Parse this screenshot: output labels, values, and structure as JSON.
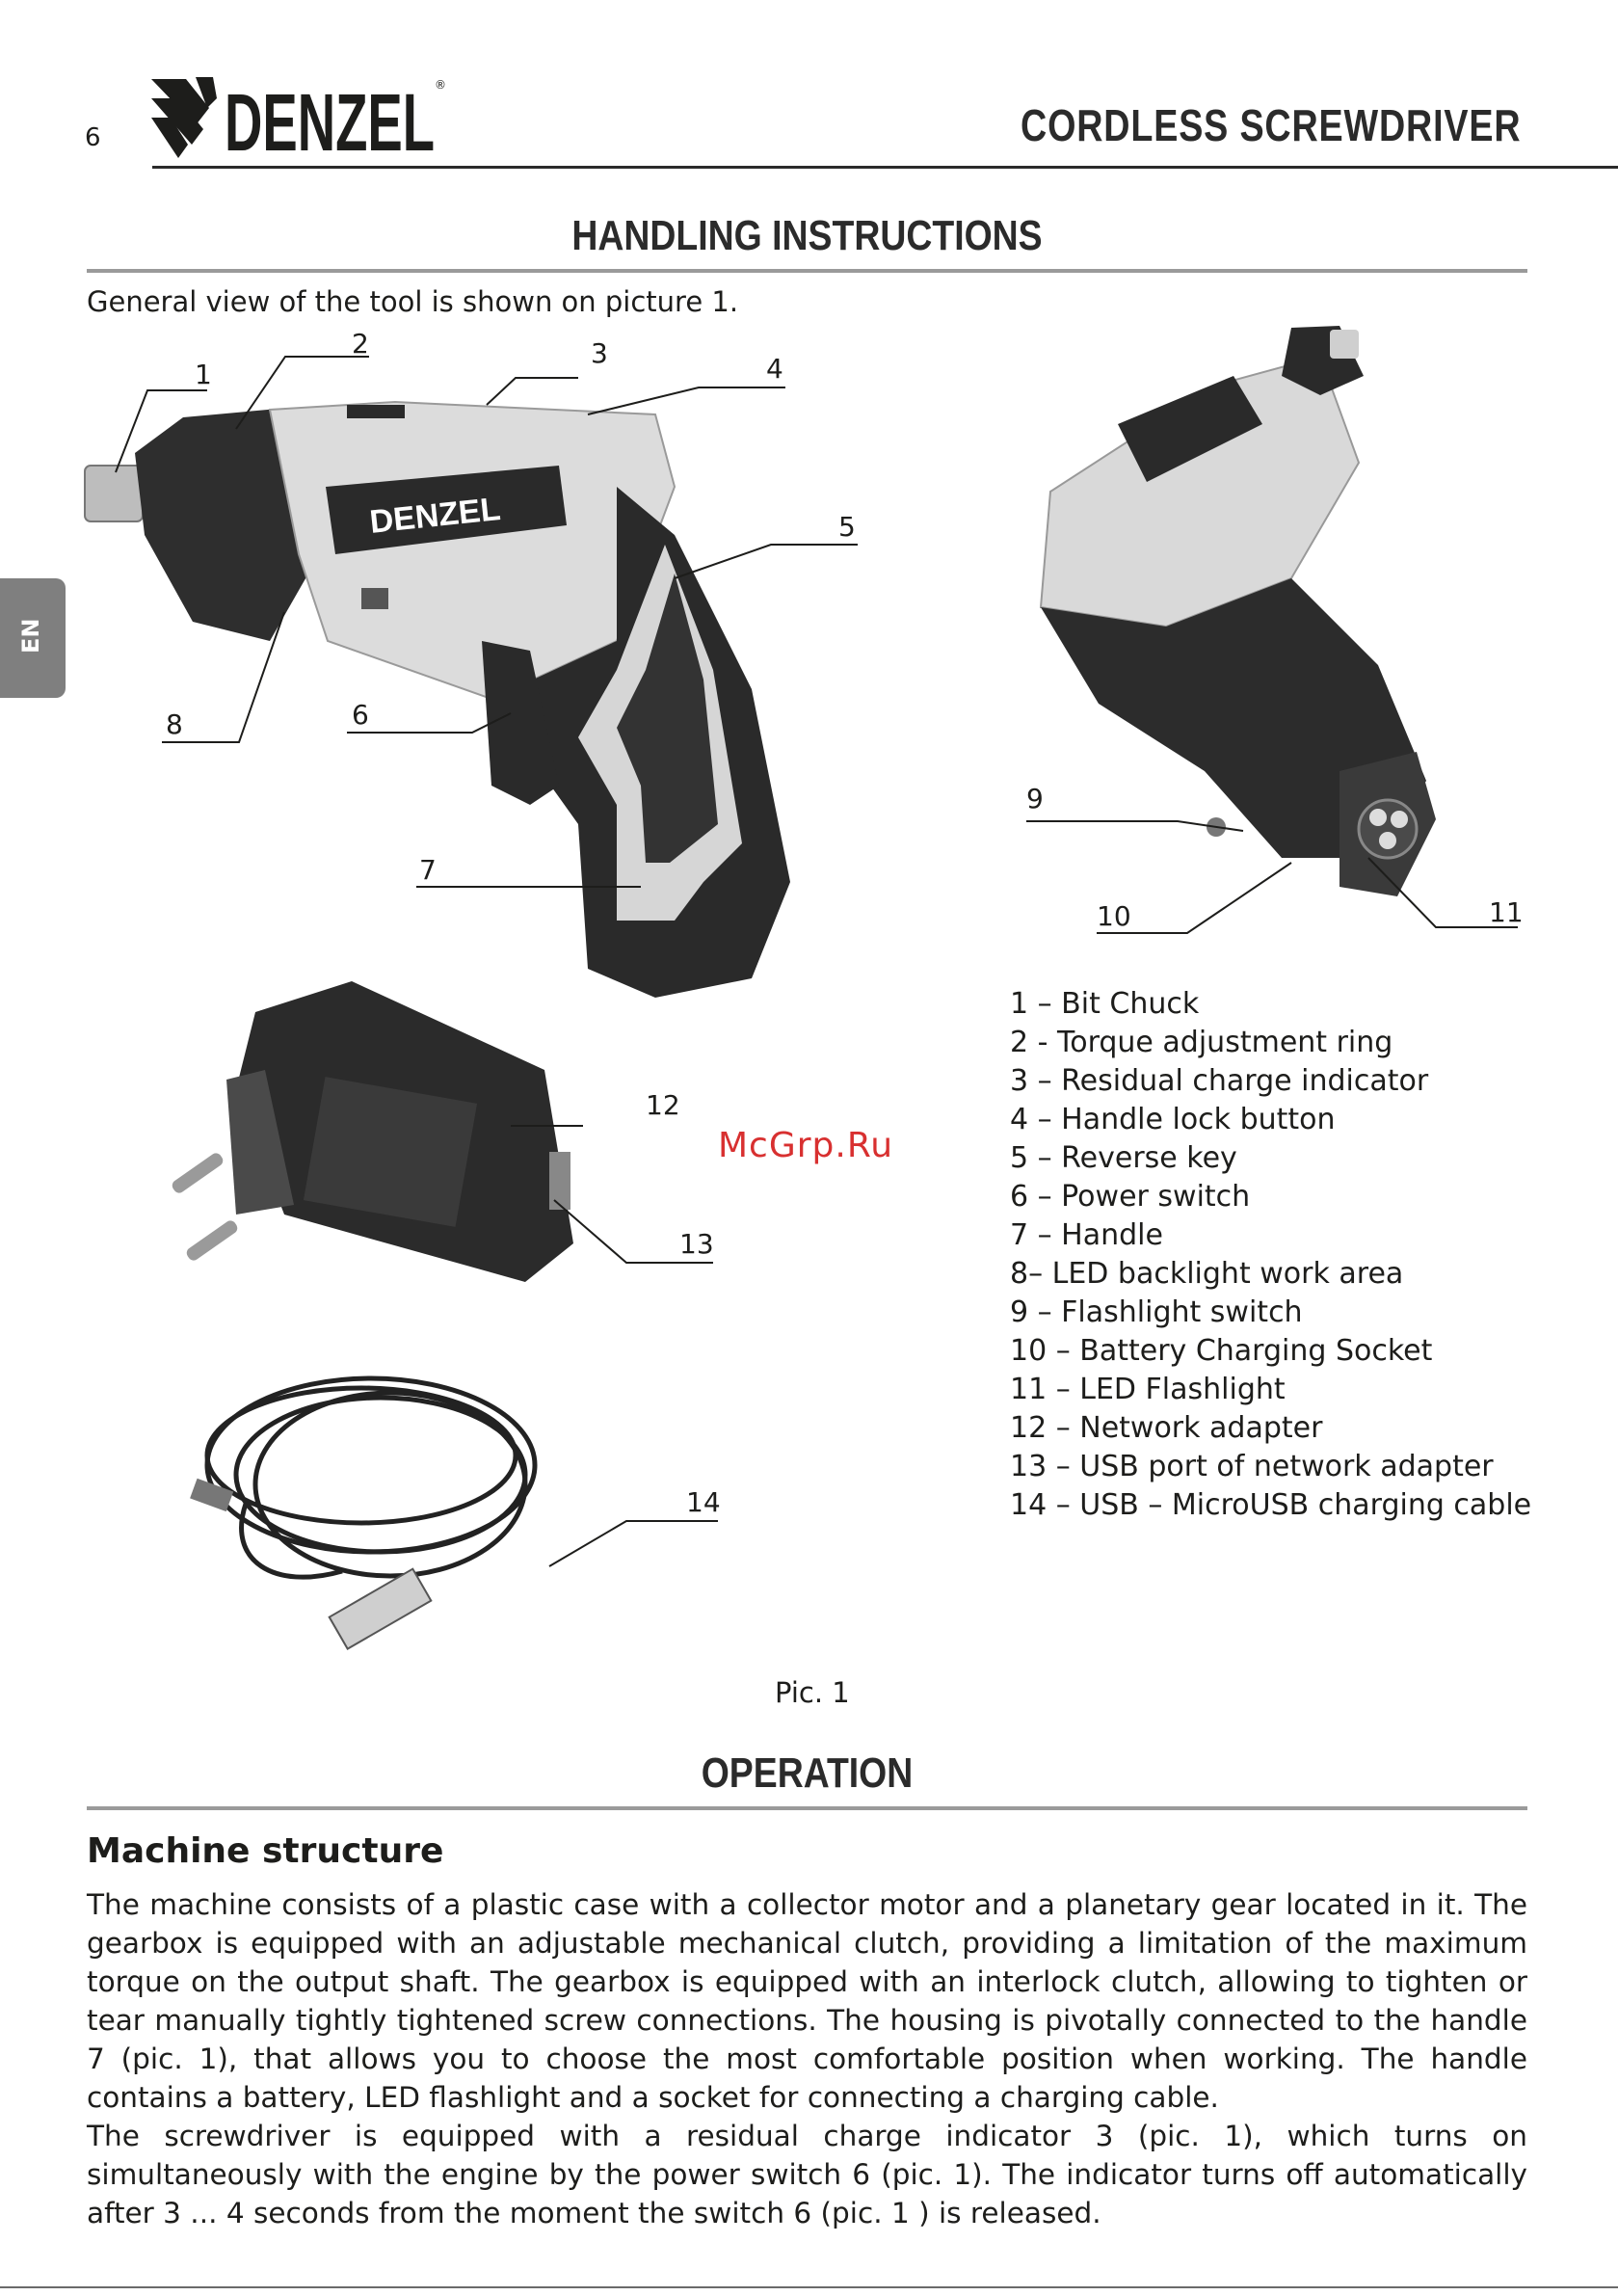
{
  "header": {
    "page_number": "6",
    "brand": "DENZEL",
    "doc_title": "CORDLESS SCREWDRIVER",
    "lang_tab": "EN"
  },
  "handling": {
    "title": "HANDLING INSTRUCTIONS",
    "intro": "General view of the tool is shown on picture 1.",
    "callouts": [
      "1",
      "2",
      "3",
      "4",
      "5",
      "6",
      "7",
      "8",
      "9",
      "10",
      "11",
      "12",
      "13",
      "14"
    ],
    "product_logo": "DENZEL",
    "parts": [
      "1 – Bit Chuck",
      "2 - Torque adjustment ring",
      "3 – Residual charge indicator",
      "4 – Handle lock button",
      "5 – Reverse key",
      "6 – Power switch",
      "7 – Handle",
      "8– LED backlight work area",
      "9 – Flashlight switch",
      "10 – Battery Charging Socket",
      "11 – LED Flashlight",
      "12 – Network adapter",
      "13 – USB port of network adapter",
      "14 – USB – MicroUSB charging cable"
    ],
    "caption": "Pic. 1",
    "watermark": "McGrp.Ru"
  },
  "operation": {
    "title": "OPERATION",
    "subtitle": "Machine structure",
    "paragraphs": [
      "The machine consists of a plastic case with a collector motor and a planetary gear located in it. The gearbox is equipped with an adjustable mechanical clutch, providing a limitation of the maximum torque on the output shaft. The gearbox is equipped with an interlock clutch, allowing to tighten or tear manually tightly tightened screw connections. The housing is pivotally connected to the handle 7 (pic. 1), that allows you to choose the most comfortable position when working. The handle contains a battery, LED flashlight and a socket for connecting a charging cable.",
      "The screwdriver is equipped with a residual charge indicator 3 (pic. 1), which turns on simultaneously with the engine by the power switch 6 (pic. 1). The indicator turns off automatically after 3 ... 4 seconds from the moment the switch 6 (pic. 1 ) is released."
    ]
  }
}
